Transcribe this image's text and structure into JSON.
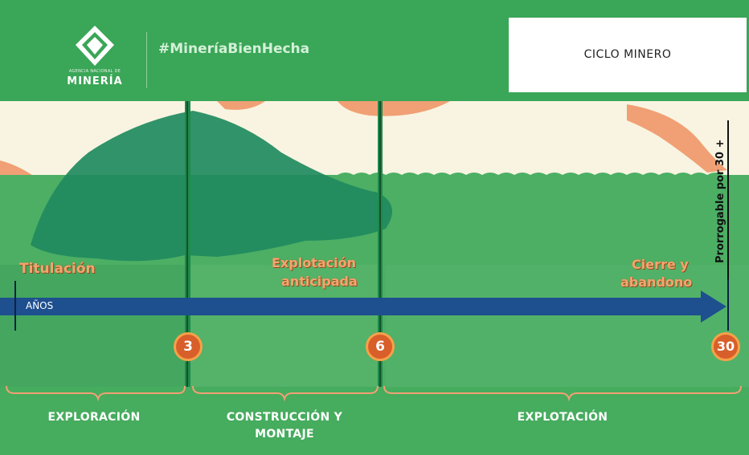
{
  "header": {
    "logo_small": "AGENCIA NACIONAL DE",
    "logo_big": "MINERÍA",
    "hashtag": "#MineríaBienHecha"
  },
  "title": "CICLO MINERO",
  "labels": {
    "titulacion": "Titulación",
    "explotacion_anticipada": [
      "Explotación",
      "anticipada"
    ],
    "cierre": [
      "Cierre y",
      "abandono"
    ],
    "prorrogable": "Prorrogable por 30 +"
  },
  "axis_label": "AÑOS",
  "milestones": [
    "3",
    "6",
    "30"
  ],
  "phases": {
    "exploracion": "EXPLORACIÓN",
    "construccion": [
      "CONSTRUCCIÓN Y",
      "MONTAJE"
    ],
    "explotacion": "EXPLOTACIÓN"
  },
  "colors": {
    "header_green": "#3aa657",
    "background_green": "#4caf64",
    "mountain": "#1f8a5e",
    "cream": "#f8f4e1",
    "timeline_blue": "#1e4f8f",
    "milestone_orange": "#d85f2a",
    "label_orange": "#f3a56d"
  }
}
